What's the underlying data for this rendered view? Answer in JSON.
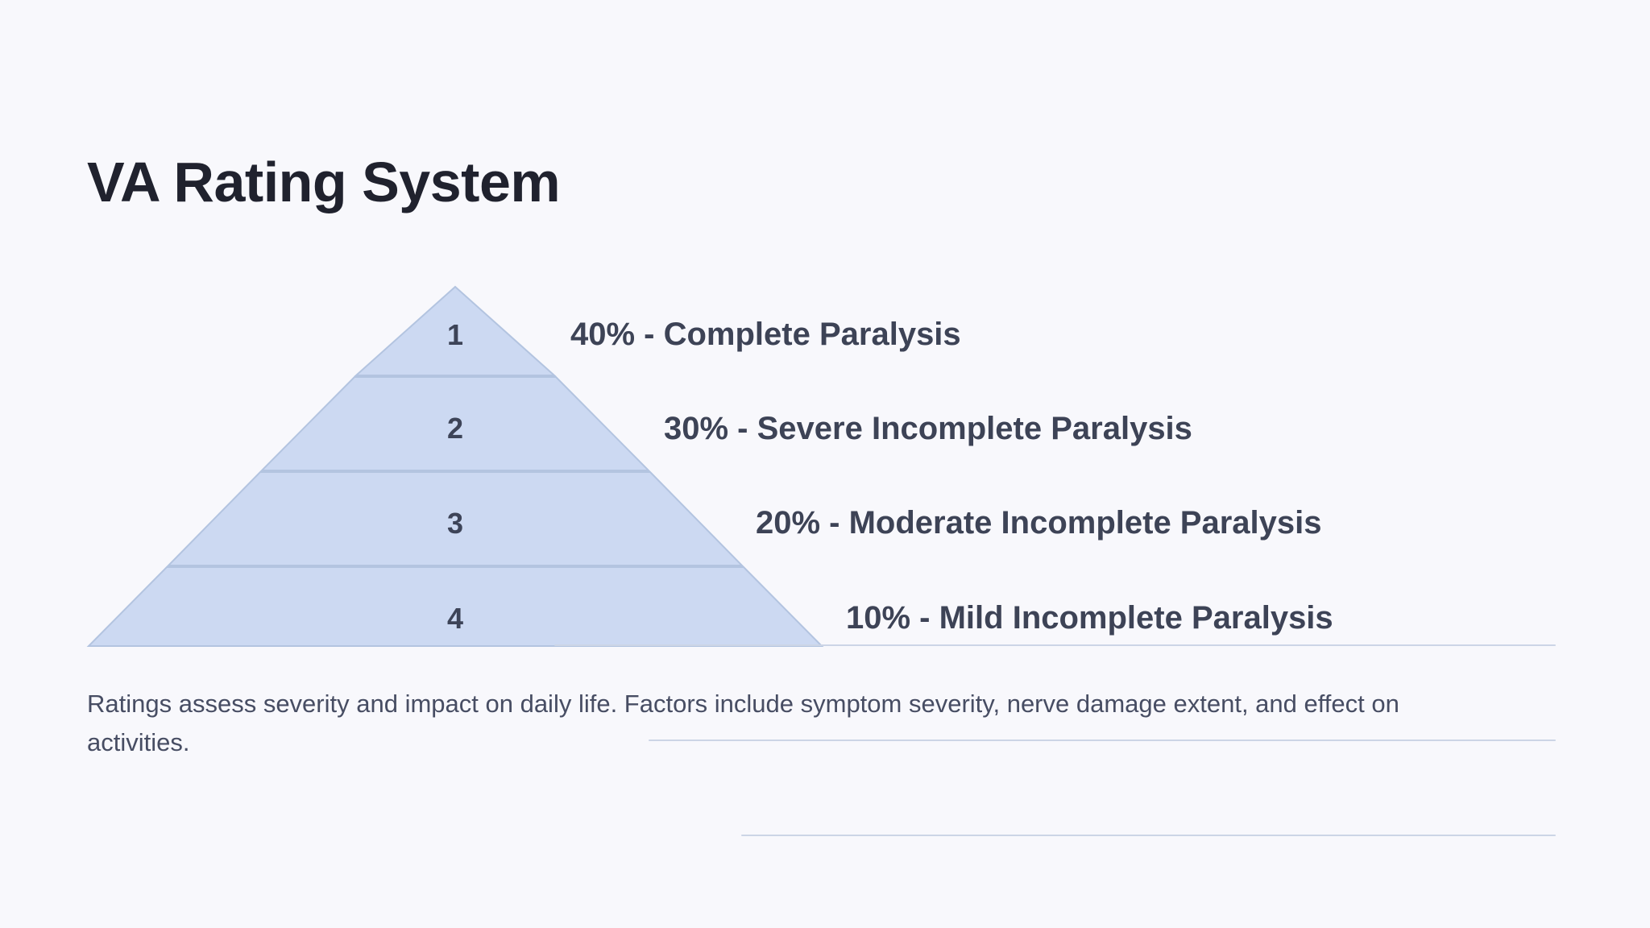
{
  "page": {
    "title": "VA Rating System",
    "background_color": "#f8f8fc",
    "title_color": "#20222e"
  },
  "pyramid": {
    "fill_color": "#ccd9f2",
    "stroke_color": "#b3c4e0",
    "number_color": "#3d4458",
    "label_color": "#3d4356",
    "divider_color": "#ccd5e6",
    "levels": [
      {
        "number": "1",
        "label": "40% - Complete Paralysis",
        "percent": "40%",
        "severity": "Complete Paralysis"
      },
      {
        "number": "2",
        "label": "30% - Severe Incomplete Paralysis",
        "percent": "30%",
        "severity": "Severe Incomplete Paralysis"
      },
      {
        "number": "3",
        "label": "20% - Moderate Incomplete Paralysis",
        "percent": "20%",
        "severity": "Moderate Incomplete Paralysis"
      },
      {
        "number": "4",
        "label": "10% - Mild Incomplete Paralysis",
        "percent": "10%",
        "severity": "Mild Incomplete Paralysis"
      }
    ]
  },
  "footer": {
    "note": "Ratings assess severity and impact on daily life. Factors include symptom severity, nerve damage extent, and effect on activities."
  },
  "chart_data": {
    "type": "pyramid",
    "title": "VA Rating System",
    "categories": [
      "1",
      "2",
      "3",
      "4"
    ],
    "values": [
      40,
      30,
      20,
      10
    ],
    "labels": [
      "40% - Complete Paralysis",
      "30% - Severe Incomplete Paralysis",
      "20% - Moderate Incomplete Paralysis",
      "10% - Mild Incomplete Paralysis"
    ],
    "unit": "%",
    "order": "top-to-bottom",
    "legend": "none",
    "grid": false
  }
}
